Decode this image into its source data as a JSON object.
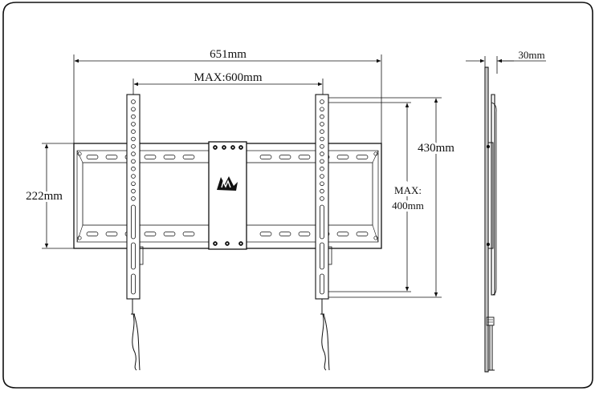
{
  "dimensions": {
    "overall_width": "651mm",
    "max_hole_width": "MAX:600mm",
    "bracket_height": "222mm",
    "arm_height": "430mm",
    "max_vertical_line1": "MAX:",
    "max_vertical_line2": "400mm",
    "depth": "30mm"
  },
  "logo": {
    "icon": "ma-logo-icon"
  },
  "colors": {
    "stroke": "#111111",
    "background": "#ffffff"
  }
}
